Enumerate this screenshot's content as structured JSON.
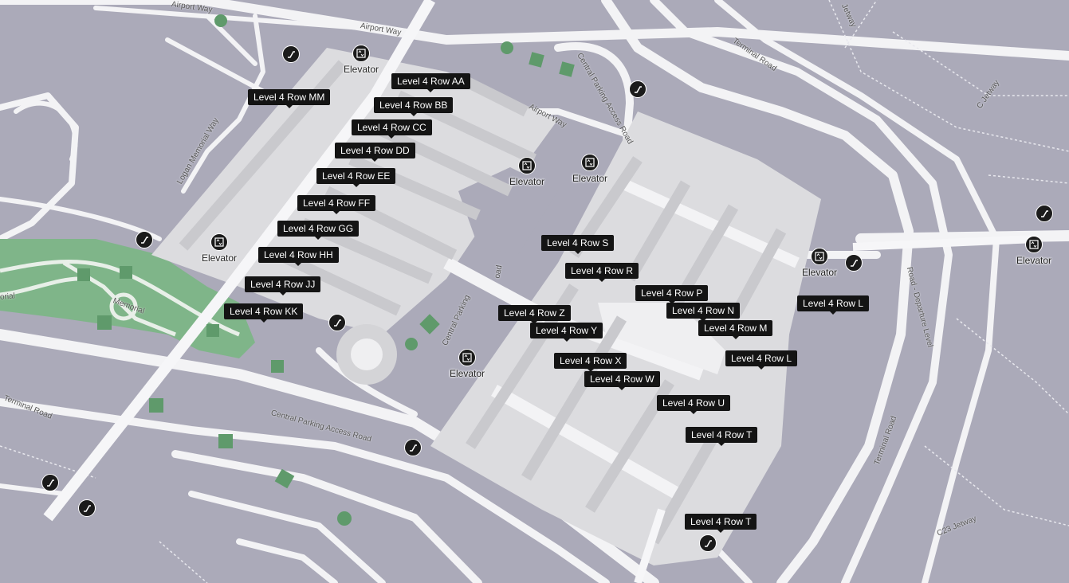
{
  "rows": [
    "Level 4 Row AA",
    "Level 4 Row BB",
    "Level 4 Row CC",
    "Level 4 Row DD",
    "Level 4 Row EE",
    "Level 4 Row FF",
    "Level 4 Row GG",
    "Level 4 Row HH",
    "Level 4 Row JJ",
    "Level 4 Row KK",
    "Level 4 Row MM",
    "Level 4 Row S",
    "Level 4 Row R",
    "Level 4 Row P",
    "Level 4 Row N",
    "Level 4 Row M",
    "Level 4 Row L",
    "Level 4 Row L",
    "Level 4 Row Z",
    "Level 4 Row Y",
    "Level 4 Row X",
    "Level 4 Row W",
    "Level 4 Row U",
    "Level 4 Row T",
    "Level 4 Row T"
  ],
  "elevator_label": "Elevator",
  "roads": {
    "airport_way_1": "Airport Way",
    "airport_way_2": "Airport Way",
    "airport_way_3": "Airport Way",
    "terminal_road_1": "Terminal Road",
    "terminal_road_2": "Terminal Road",
    "terminal_road_3": "Terminal Road",
    "central_parking_1": "Central Parking Access Road",
    "central_parking_2": "Central Parking Access Road",
    "central_parking_3": "Central Parking",
    "logan_memorial": "Logan Memorial Way",
    "departure_level": "Road - Departure Level",
    "c23_jetway": "C23 Jetway",
    "c_jetway": "C Jetway",
    "jetway_top": "Jetway",
    "memorial": "Memorial",
    "orial": "orial",
    "oad": "oad"
  },
  "colors": {
    "background": "#abaab9",
    "road": "#f3f3f5",
    "garage": "#dcdcdf",
    "park": "#7fb589",
    "label_bg": "#141414"
  }
}
